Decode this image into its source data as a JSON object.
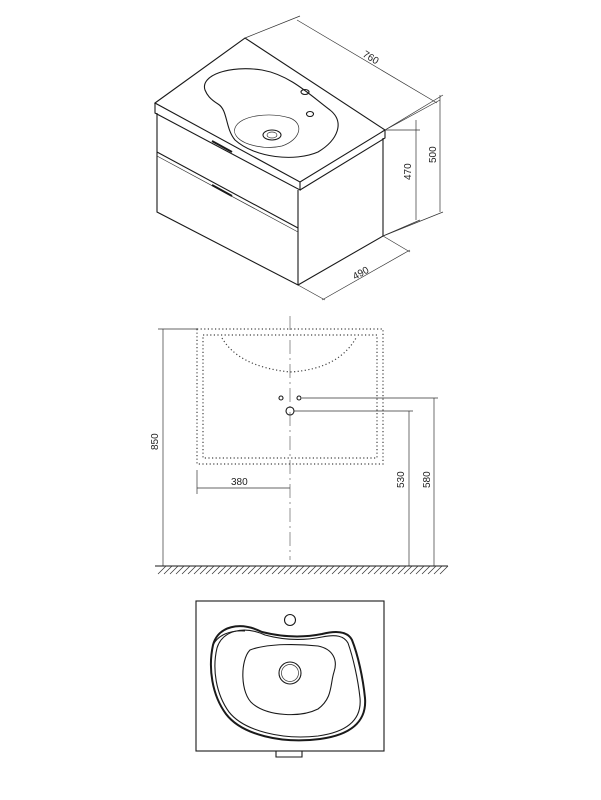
{
  "dimensions": {
    "width": "760",
    "total_height": "500",
    "cabinet_height": "470",
    "depth": "490",
    "install_height": "850",
    "center_offset": "380",
    "drain_height": "530",
    "tap_height": "580"
  }
}
